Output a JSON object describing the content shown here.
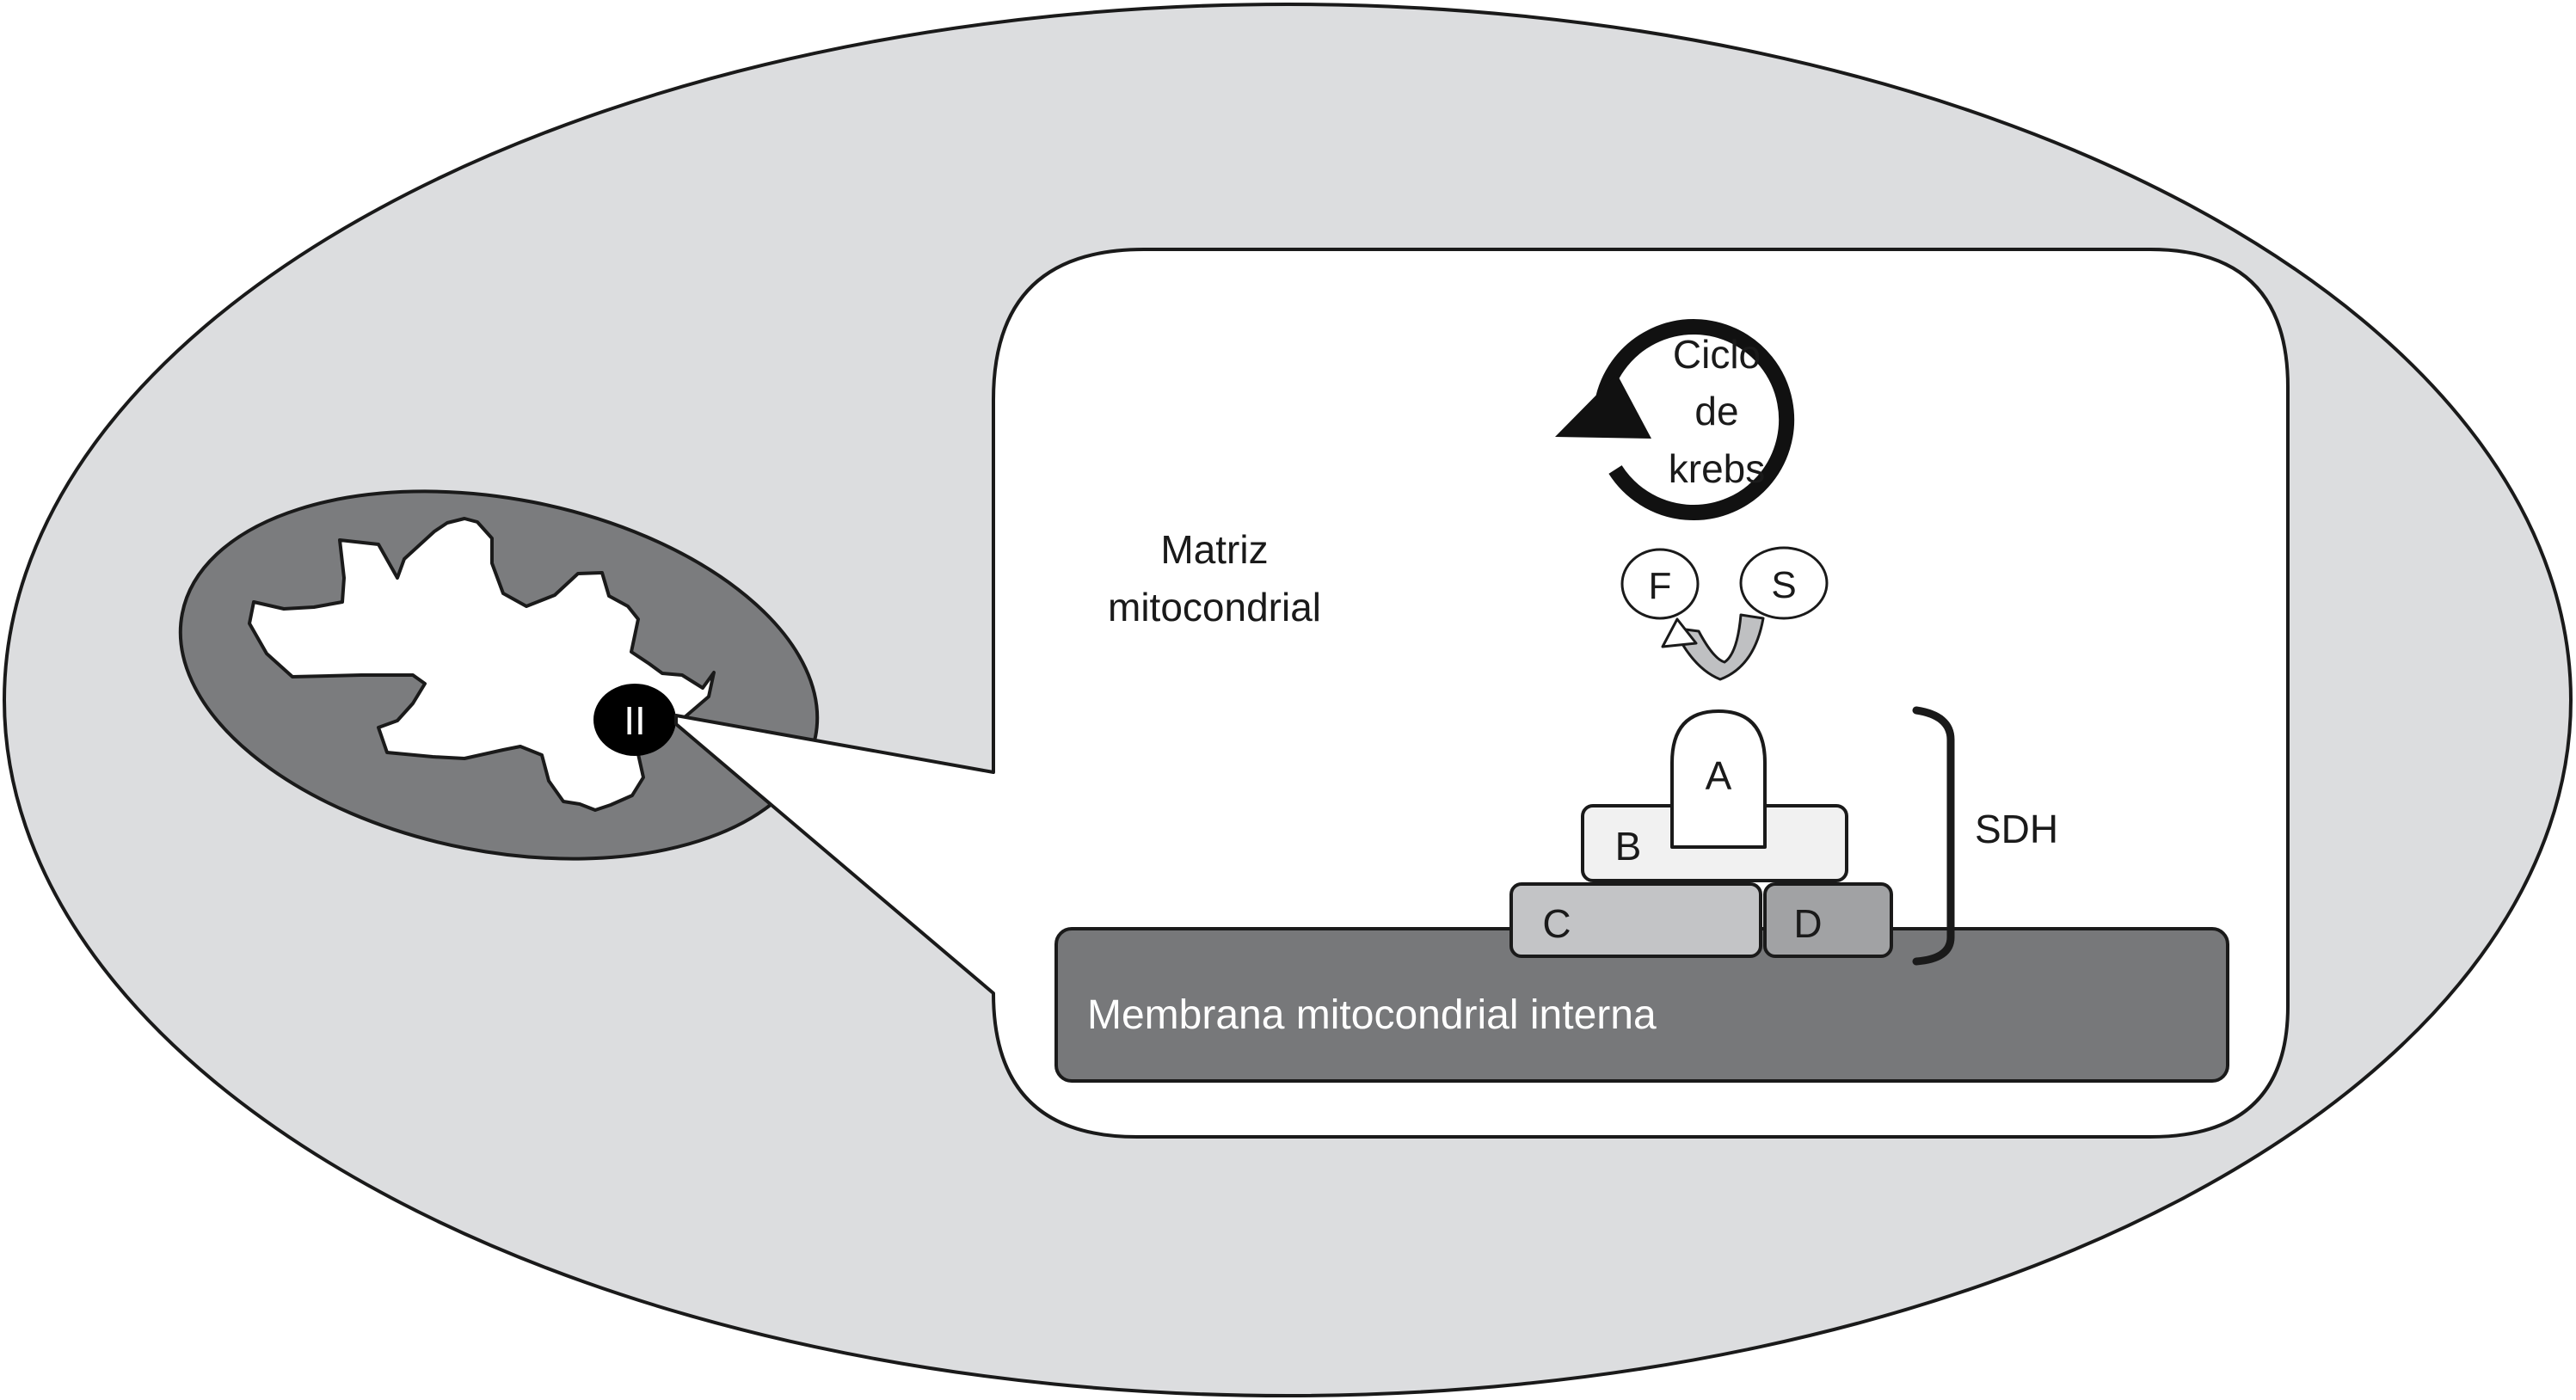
{
  "labels": {
    "complex_marker": "II",
    "matrix_line1": "Matriz",
    "matrix_line2": "mitocondrial",
    "krebs_line1": "Ciclo",
    "krebs_line2": "de",
    "krebs_line3": "krebs",
    "fumarate": "F",
    "succinate": "S",
    "subunit_a": "A",
    "subunit_b": "B",
    "subunit_c": "C",
    "subunit_d": "D",
    "enzyme": "SDH",
    "membrane": "Membrana mitocondrial interna"
  },
  "colors": {
    "cell": "#dcdddf",
    "mitochondrion": "#7b7c7e",
    "inner_membrane": "#77787a",
    "subunit_b": "#f1f1f1",
    "subunit_c": "#c3c4c6",
    "subunit_d": "#a1a2a4",
    "complex_marker": "#000000",
    "stroke": "#1a1a1a"
  }
}
